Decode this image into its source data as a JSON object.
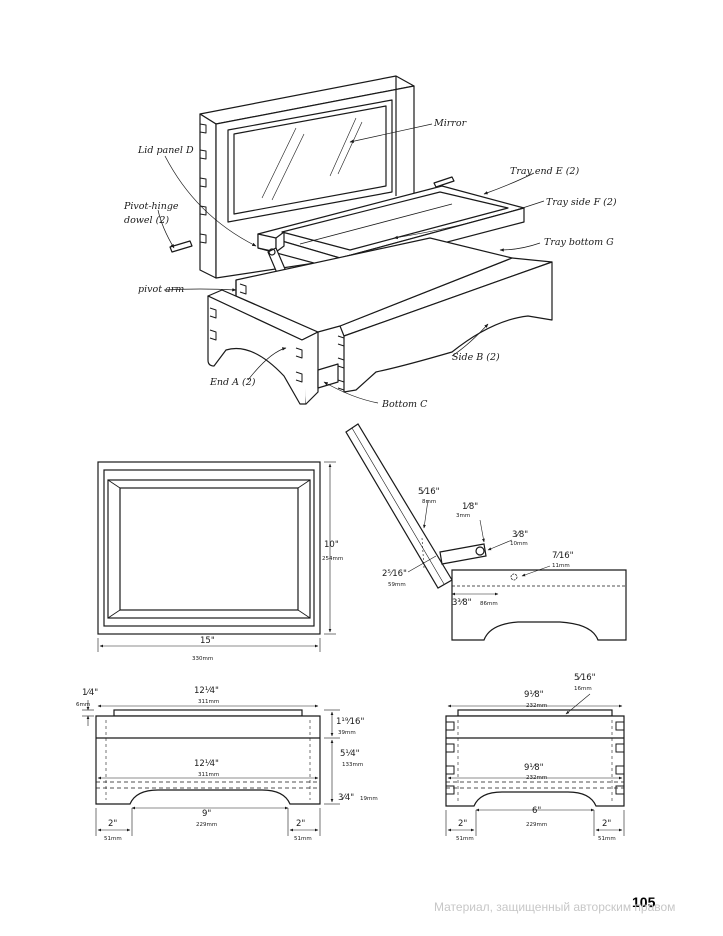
{
  "labels": {
    "mirror": "Mirror",
    "lid_panel": "Lid panel D",
    "tray_end": "Tray end E (2)",
    "tray_side": "Tray side F (2)",
    "tray_bottom": "Tray bottom G",
    "pivot_hinge_1": "Pivot-hinge",
    "pivot_hinge_2": "dowel (2)",
    "pivot_arm": "pivot arm",
    "end_a": "End A (2)",
    "side_b": "Side B (2)",
    "bottom_c": "Bottom C"
  },
  "plan_view": {
    "width_in": "15\"",
    "width_mm": "330mm",
    "depth_in": "10\"",
    "depth_mm": "254mm"
  },
  "hinge_detail": {
    "d1_in": "5⁄16\"",
    "d1_mm": "8mm",
    "d2_in": "1⁄8\"",
    "d2_mm": "3mm",
    "d3_in": "3⁄8\"",
    "d3_mm": "10mm",
    "d4_in": "7⁄16\"",
    "d4_mm": "11mm",
    "d5_in": "2⁵⁄16\"",
    "d5_mm": "59mm",
    "d6_in": "3³⁄8\"",
    "d6_mm": "86mm"
  },
  "front_view": {
    "lid_thk_in": "1⁄4\"",
    "lid_thk_mm": "6mm",
    "top_len_in": "12¹⁄4\"",
    "top_len_mm": "311mm",
    "mid_len_in": "12¹⁄4\"",
    "mid_len_mm": "311mm",
    "cut_len_in": "9\"",
    "cut_len_mm": "229mm",
    "left_leg_in": "2\"",
    "left_leg_mm": "51mm",
    "right_leg_in": "2\"",
    "right_leg_mm": "51mm",
    "upper_h_in": "1¹⁹⁄16\"",
    "upper_h_mm": "39mm",
    "total_h_in": "5¹⁄4\"",
    "total_h_mm": "133mm",
    "foot_h_in": "3⁄4\"",
    "foot_h_mm": "19mm"
  },
  "side_view": {
    "groove_in": "5⁄16\"",
    "groove_mm": "16mm",
    "top_len_in": "9¹⁄8\"",
    "top_len_mm": "232mm",
    "mid_len_in": "9¹⁄8\"",
    "mid_len_mm": "232mm",
    "cut_len_in": "6\"",
    "cut_len_mm": "229mm",
    "left_leg_in": "2\"",
    "left_leg_mm": "51mm",
    "right_leg_in": "2\"",
    "right_leg_mm": "51mm"
  },
  "page": {
    "number": "105",
    "watermark": "Материал, защищенный авторским правом"
  }
}
